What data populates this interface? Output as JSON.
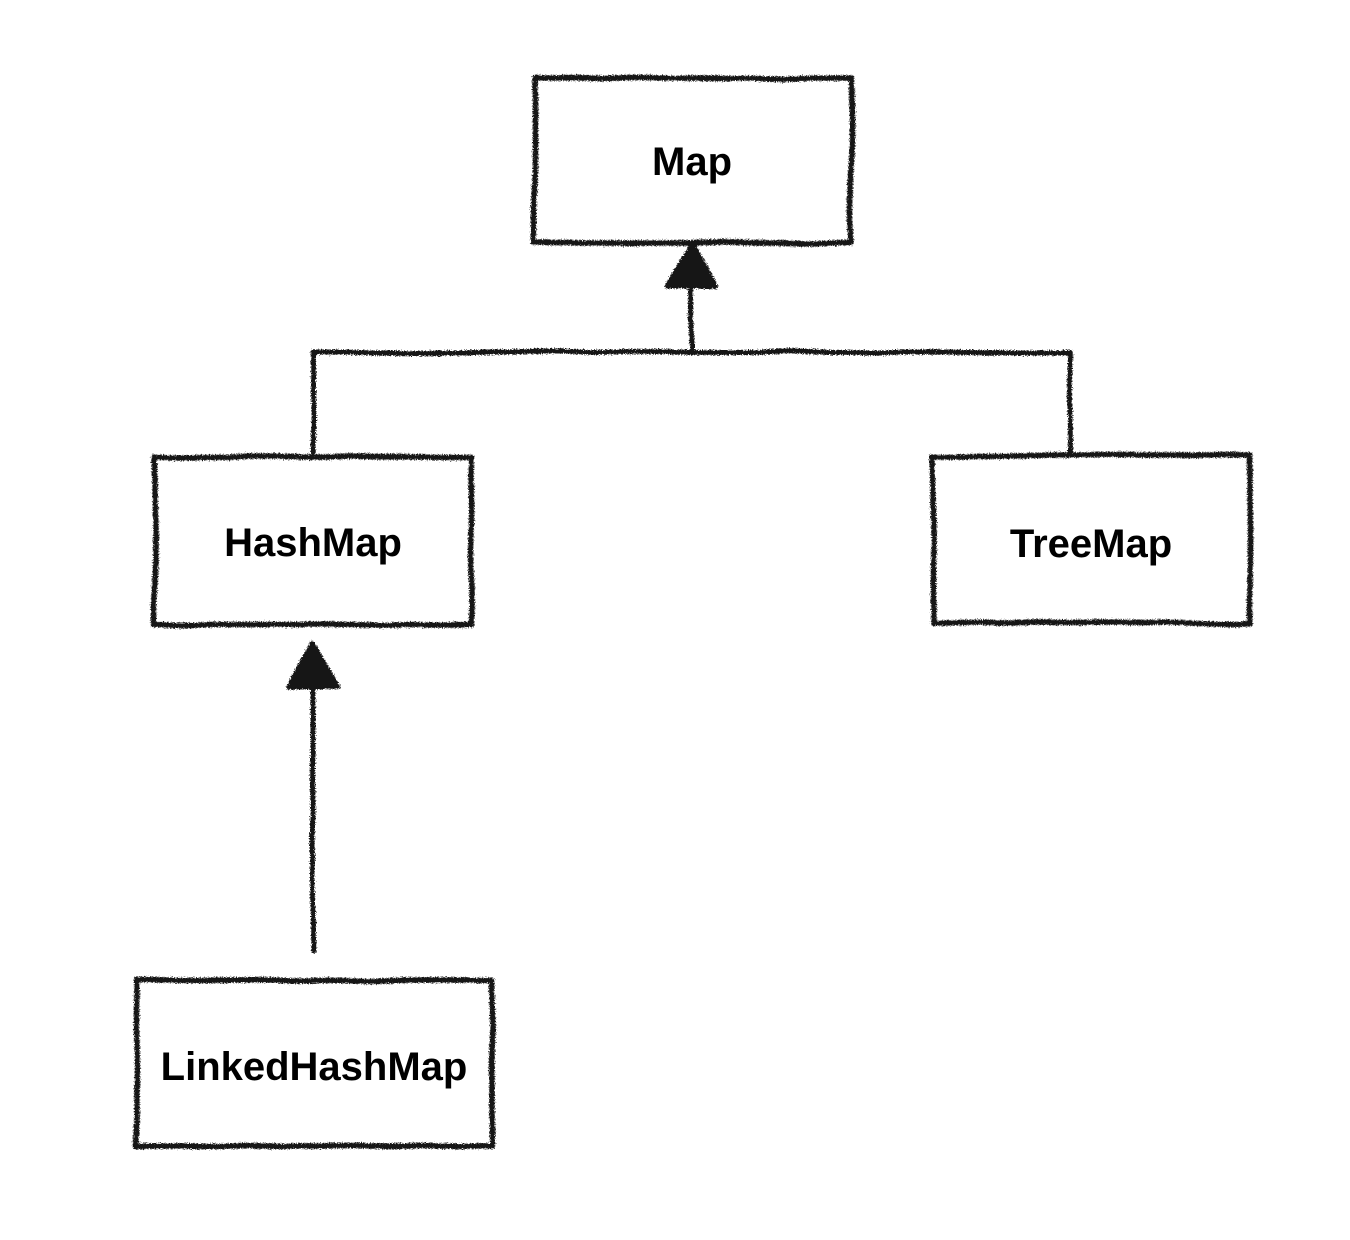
{
  "diagram": {
    "nodes": [
      {
        "id": "map",
        "label": "Map"
      },
      {
        "id": "hashmap",
        "label": "HashMap"
      },
      {
        "id": "treemap",
        "label": "TreeMap"
      },
      {
        "id": "linkedhashmap",
        "label": "LinkedHashMap"
      }
    ],
    "edges": [
      {
        "from": "hashmap",
        "to": "map",
        "style": "elbow-arrow-up"
      },
      {
        "from": "treemap",
        "to": "map",
        "style": "elbow-arrow-up"
      },
      {
        "from": "linkedhashmap",
        "to": "hashmap",
        "style": "straight-arrow-up"
      }
    ],
    "colors": {
      "ink": "#161616",
      "text": "#000000",
      "background": "#ffffff"
    }
  }
}
